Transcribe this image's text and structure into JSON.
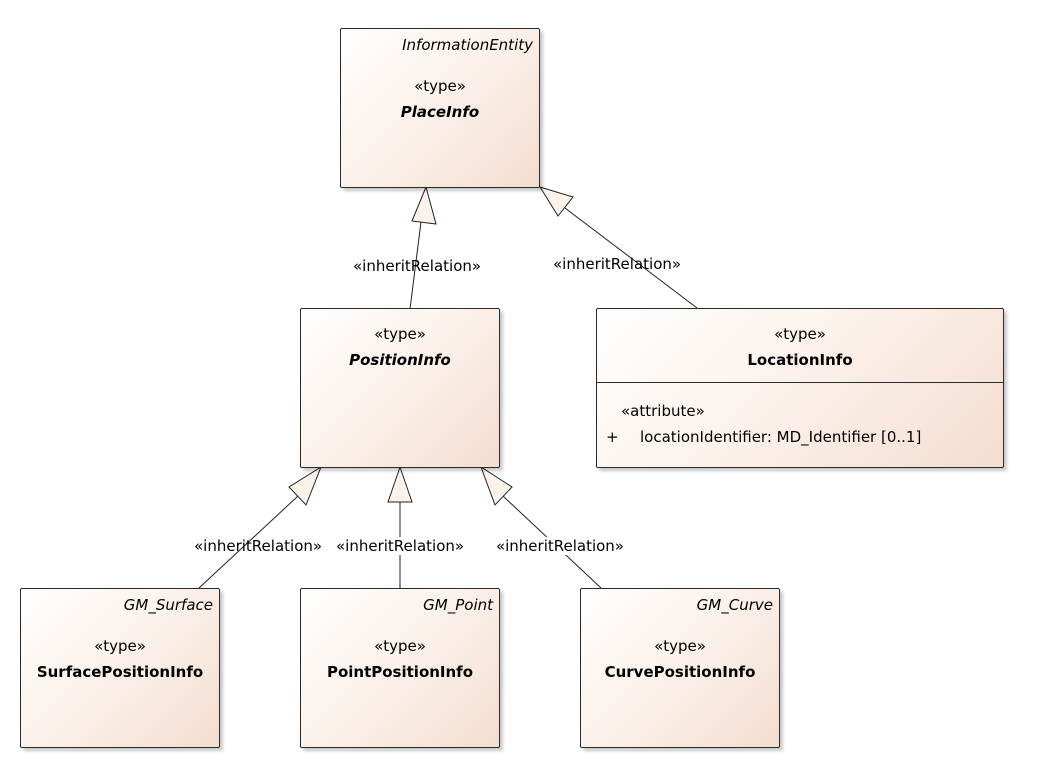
{
  "classes": {
    "place_info": {
      "parent": "InformationEntity",
      "stereotype": "«type»",
      "name": "PlaceInfo"
    },
    "position_info": {
      "stereotype": "«type»",
      "name": "PositionInfo"
    },
    "location_info": {
      "stereotype": "«type»",
      "name": "LocationInfo",
      "attribute_stereotype": "«attribute»",
      "attributes": [
        {
          "visibility": "+",
          "text": "locationIdentifier: MD_Identifier [0..1]"
        }
      ]
    },
    "surface_position_info": {
      "parent": "GM_Surface",
      "stereotype": "«type»",
      "name": "SurfacePositionInfo"
    },
    "point_position_info": {
      "parent": "GM_Point",
      "stereotype": "«type»",
      "name": "PointPositionInfo"
    },
    "curve_position_info": {
      "parent": "GM_Curve",
      "stereotype": "«type»",
      "name": "CurvePositionInfo"
    }
  },
  "relations": [
    {
      "from": "position_info",
      "to": "place_info",
      "label": "«inheritRelation»"
    },
    {
      "from": "location_info",
      "to": "place_info",
      "label": "«inheritRelation»"
    },
    {
      "from": "surface_position_info",
      "to": "position_info",
      "label": "«inheritRelation»"
    },
    {
      "from": "point_position_info",
      "to": "position_info",
      "label": "«inheritRelation»"
    },
    {
      "from": "curve_position_info",
      "to": "position_info",
      "label": "«inheritRelation»"
    }
  ]
}
